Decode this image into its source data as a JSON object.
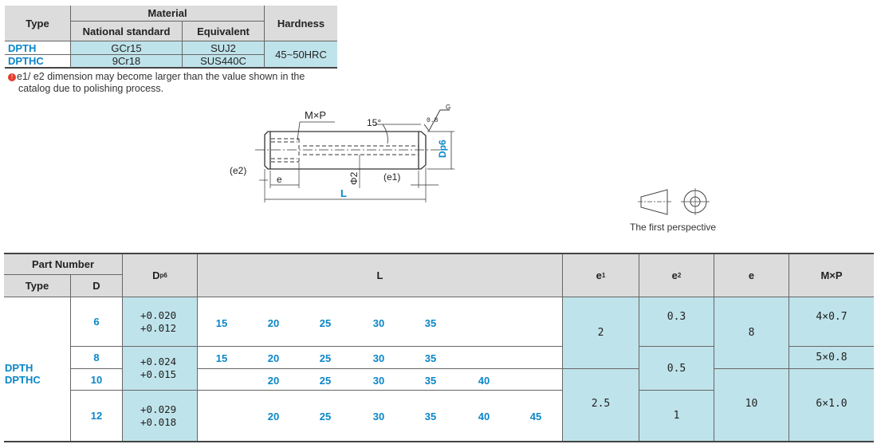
{
  "material_table": {
    "header": {
      "type": "Type",
      "material": "Material",
      "national_standard": "National standard",
      "equivalent": "Equivalent",
      "hardness": "Hardness"
    },
    "rows": [
      {
        "type": "DPTH",
        "national": "GCr15",
        "equivalent": "SUJ2"
      },
      {
        "type": "DPTHC",
        "national": "9Cr18",
        "equivalent": "SUS440C"
      }
    ],
    "hardness_value": "45~50HRC"
  },
  "note": {
    "icon": "warning-icon",
    "line1": "e1/ e2 dimension may become larger than the value shown in the",
    "line2": "catalog due to polishing process."
  },
  "drawing": {
    "mxp": "M×P",
    "angle": "15°",
    "roughness": "0.8",
    "roughness_sub": "G",
    "e2_label": "(e2)",
    "e_label": "e",
    "l_label": "L",
    "phi2": "Φ2",
    "e1_label": "(e1)",
    "dp6": "Dp6"
  },
  "projection": {
    "label": "The first perspective",
    "icon": "first-angle-projection-icon"
  },
  "dims_table": {
    "headers": {
      "part_number": "Part Number",
      "type": "Type",
      "d": "D",
      "dp6": "D",
      "dp6_sub": "p6",
      "l": "L",
      "e1": "e",
      "e1_sub": "1",
      "e2": "e",
      "e2_sub": "2",
      "e": "e",
      "mxp": "M×P"
    },
    "types": [
      "DPTH",
      "DPTHC"
    ],
    "rows": [
      {
        "d": "6",
        "tol": [
          "+0.020",
          "+0.012"
        ],
        "l": [
          "15",
          "20",
          "25",
          "30",
          "35",
          "",
          ""
        ]
      },
      {
        "d": "8",
        "tol": [
          "+0.024",
          ""
        ],
        "l": [
          "15",
          "20",
          "25",
          "30",
          "35",
          "",
          ""
        ]
      },
      {
        "d": "10",
        "tol": [
          "+0.015",
          ""
        ],
        "l": [
          "",
          "20",
          "25",
          "30",
          "35",
          "40",
          ""
        ]
      },
      {
        "d": "12",
        "tol": [
          "+0.029",
          "+0.018"
        ],
        "l": [
          "",
          "20",
          "25",
          "30",
          "35",
          "40",
          "45"
        ]
      }
    ],
    "e1_values": [
      "2",
      "2.5"
    ],
    "e2_values": [
      "0.3",
      "0.5",
      "1"
    ],
    "e_values": [
      "8",
      "10"
    ],
    "mxp_values": [
      "4×0.7",
      "5×0.8",
      "6×1.0"
    ]
  },
  "colors": {
    "header_gray": "#dcdcdc",
    "cell_blue": "#bfe3ea",
    "link_blue": "#0a86c8"
  }
}
